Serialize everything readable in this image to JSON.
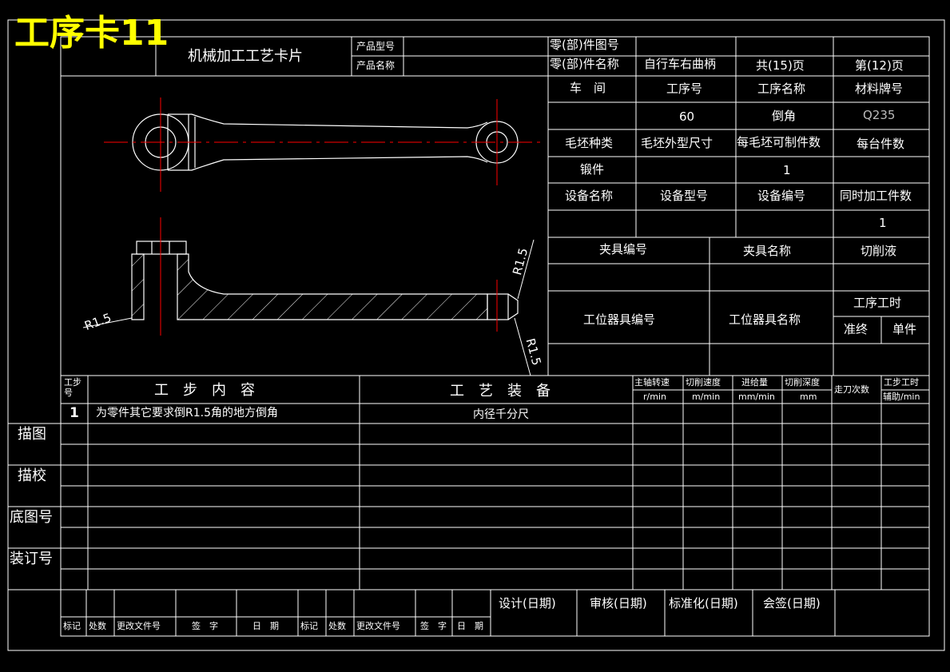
{
  "card_title": "工序卡11",
  "header": {
    "card_name": "机械加工工艺卡片",
    "product_model_label": "产品型号",
    "product_name_label": "产品名称",
    "part_drawing_no_label": "零(部)件图号",
    "part_name_label": "零(部)件名称",
    "part_name_value": "自行车右曲柄",
    "total_pages": "共(15)页",
    "page_no": "第(12)页"
  },
  "info": {
    "workshop_label": "车　间",
    "op_no_label": "工序号",
    "op_name_label": "工序名称",
    "material_label": "材料牌号",
    "op_no_value": "60",
    "op_name_value": "倒角",
    "material_value": "Q235",
    "blank_type_label": "毛坯种类",
    "blank_size_label": "毛坯外型尺寸",
    "per_blank_label": "每毛坯可制件数",
    "per_unit_label": "每台件数",
    "blank_type_value": "锻件",
    "per_blank_value": "1",
    "equip_name_label": "设备名称",
    "equip_model_label": "设备型号",
    "equip_no_label": "设备编号",
    "simul_label": "同时加工件数",
    "simul_value": "1",
    "fixture_no_label": "夹具编号",
    "fixture_name_label": "夹具名称",
    "coolant_label": "切削液",
    "station_no_label": "工位器具编号",
    "station_name_label": "工位器具名称",
    "op_time_label": "工序工时",
    "prep_label": "准终",
    "unit_label": "单件"
  },
  "drawing": {
    "dim_left": "R1.5",
    "dim_right_top": "R1.5",
    "dim_right_bottom": "R1.5"
  },
  "steps_table": {
    "step_no_label": "工步号",
    "content_label": "工　步　内　容",
    "equipment_label": "工　艺　装　备",
    "spindle_label": "主轴转速",
    "spindle_unit": "r/min",
    "cut_speed_label": "切削速度",
    "cut_speed_unit": "m/min",
    "feed_label": "进给量",
    "feed_unit": "mm/min",
    "depth_label": "切削深度",
    "depth_unit": "mm",
    "passes_label": "走刀次数",
    "step_time_label": "工步工时",
    "aux_label": "辅助/min",
    "rows": [
      {
        "no": "1",
        "content": "为零件其它要求倒R1.5角的地方倒角",
        "equipment": "内径千分尺"
      }
    ]
  },
  "side_labels": [
    "描图",
    "描校",
    "底图号",
    "装订号"
  ],
  "footer": {
    "design": "设计(日期)",
    "review": "审核(日期)",
    "standard": "标准化(日期)",
    "countersign": "会签(日期)",
    "marks": [
      "标记",
      "处数",
      "更改文件号",
      "签　字",
      "日　期",
      "标记",
      "处数",
      "更改文件号",
      "签　字",
      "日　期"
    ]
  },
  "colors": {
    "background": "#000000",
    "lines": "#ffffff",
    "title": "#ffff00",
    "centerline": "#ff0000"
  }
}
